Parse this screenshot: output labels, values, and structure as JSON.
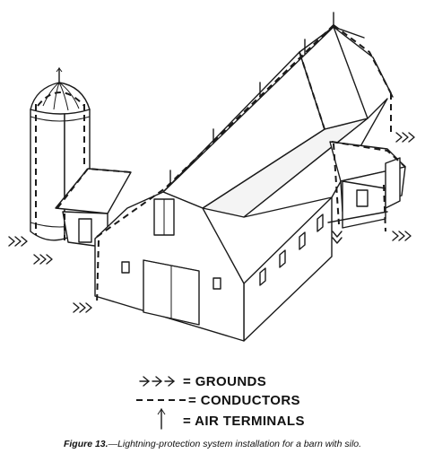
{
  "legend": {
    "grounds_label": "= GROUNDS",
    "conductors_label": "= CONDUCTORS",
    "air_terminals_label": "= AIR TERMINALS"
  },
  "caption": {
    "figure_number": "Figure 13.",
    "text": "—Lightning-protection system installation for a barn with silo."
  },
  "colors": {
    "ink": "#1a1a1a",
    "background": "#ffffff"
  }
}
